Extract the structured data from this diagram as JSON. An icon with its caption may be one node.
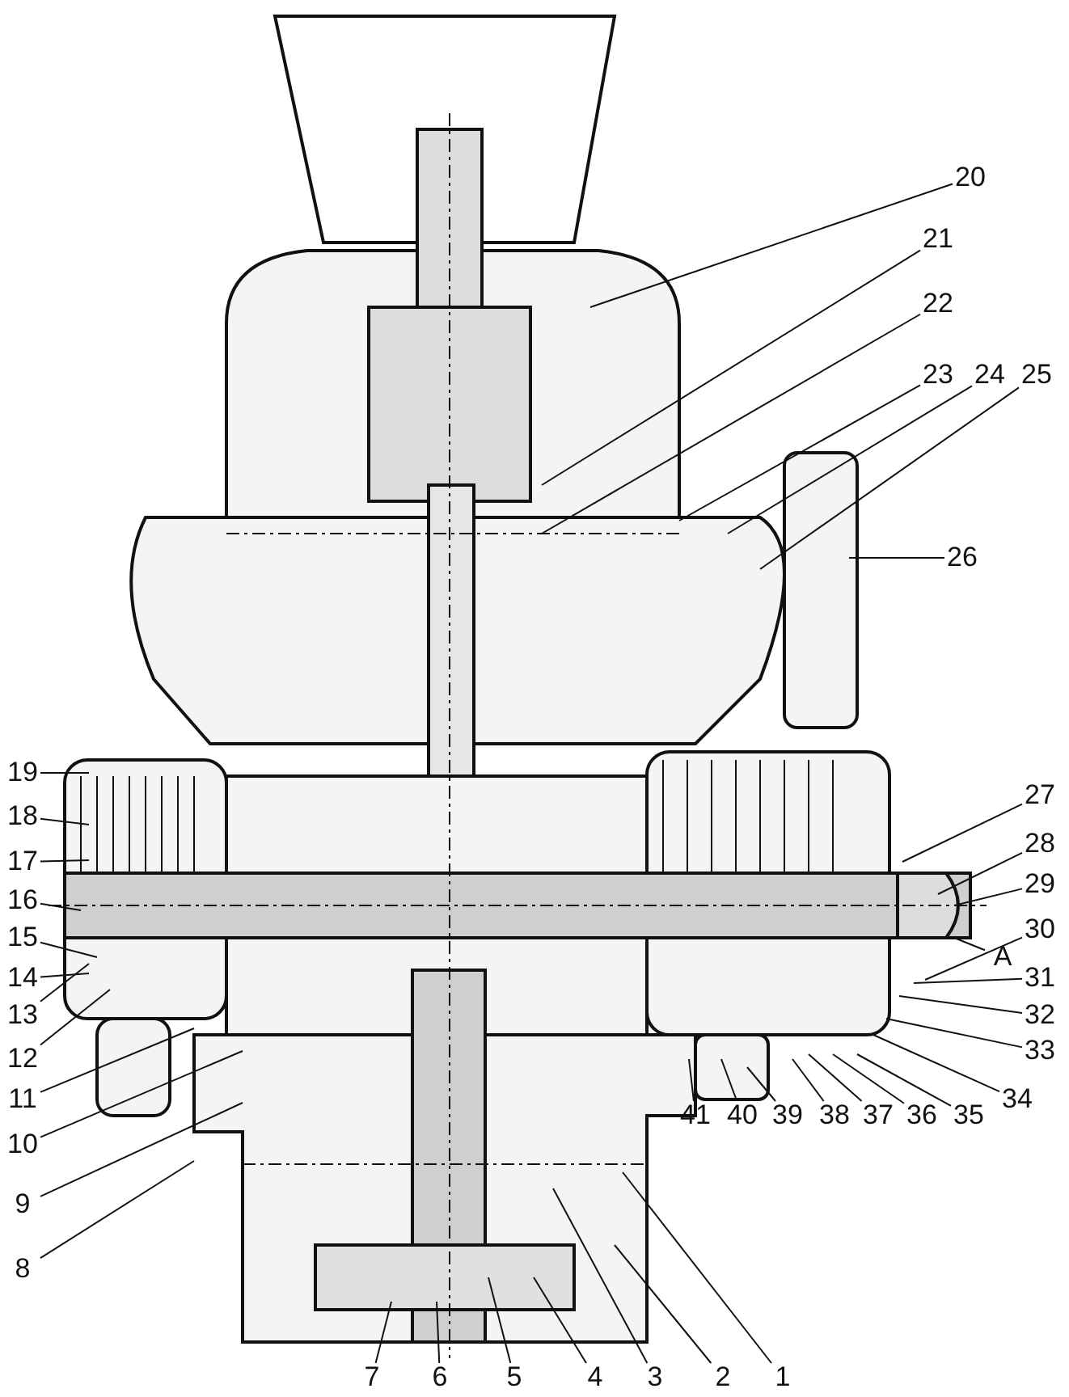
{
  "diagram": {
    "nodes": [
      {
        "text": [
          "1"
        ]
      },
      {
        "text": [
          "2"
        ]
      },
      {
        "text": [
          "3"
        ]
      },
      {
        "text": [
          "4"
        ]
      },
      {
        "text": [
          "5"
        ]
      },
      {
        "text": [
          "6"
        ]
      },
      {
        "text": [
          "7"
        ]
      },
      {
        "text": [
          "8"
        ]
      },
      {
        "text": [
          "9"
        ]
      },
      {
        "text": [
          "10"
        ]
      },
      {
        "text": [
          "11"
        ]
      },
      {
        "text": [
          "12"
        ]
      },
      {
        "text": [
          "13"
        ]
      },
      {
        "text": [
          "14"
        ]
      },
      {
        "text": [
          "15"
        ]
      },
      {
        "text": [
          "16"
        ]
      },
      {
        "text": [
          "17"
        ]
      },
      {
        "text": [
          "18"
        ]
      },
      {
        "text": [
          "19"
        ]
      },
      {
        "text": [
          "20"
        ]
      },
      {
        "text": [
          "21"
        ]
      },
      {
        "text": [
          "22"
        ]
      },
      {
        "text": [
          "23"
        ]
      },
      {
        "text": [
          "24"
        ]
      },
      {
        "text": [
          "25"
        ]
      },
      {
        "text": [
          "26"
        ]
      },
      {
        "text": [
          "27"
        ]
      },
      {
        "text": [
          "28"
        ]
      },
      {
        "text": [
          "29"
        ]
      },
      {
        "text": [
          "30"
        ]
      },
      {
        "text": [
          "31"
        ]
      },
      {
        "text": [
          "32"
        ]
      },
      {
        "text": [
          "33"
        ]
      },
      {
        "text": [
          "34"
        ]
      },
      {
        "text": [
          "35"
        ]
      },
      {
        "text": [
          "36"
        ]
      },
      {
        "text": [
          "37"
        ]
      },
      {
        "text": [
          "38"
        ]
      },
      {
        "text": [
          "39"
        ]
      },
      {
        "text": [
          "40"
        ]
      },
      {
        "text": [
          "41"
        ]
      },
      {
        "text": [
          "A"
        ]
      }
    ],
    "edges": [
      {
        "from": 0,
        "to": null,
        "arrow": "none"
      },
      {
        "from": 1,
        "to": null,
        "arrow": "none"
      },
      {
        "from": 2,
        "to": null,
        "arrow": "none"
      },
      {
        "from": 3,
        "to": null,
        "arrow": "none"
      },
      {
        "from": 4,
        "to": null,
        "arrow": "none"
      },
      {
        "from": 5,
        "to": null,
        "arrow": "none"
      },
      {
        "from": 6,
        "to": null,
        "arrow": "none"
      },
      {
        "from": 7,
        "to": null,
        "arrow": "none"
      },
      {
        "from": 8,
        "to": null,
        "arrow": "none"
      },
      {
        "from": 9,
        "to": null,
        "arrow": "none"
      },
      {
        "from": 10,
        "to": null,
        "arrow": "none"
      },
      {
        "from": 11,
        "to": null,
        "arrow": "none"
      },
      {
        "from": 12,
        "to": null,
        "arrow": "none"
      },
      {
        "from": 13,
        "to": null,
        "arrow": "none"
      },
      {
        "from": 14,
        "to": null,
        "arrow": "none"
      },
      {
        "from": 15,
        "to": null,
        "arrow": "none"
      },
      {
        "from": 16,
        "to": null,
        "arrow": "none"
      },
      {
        "from": 17,
        "to": null,
        "arrow": "none"
      },
      {
        "from": 18,
        "to": null,
        "arrow": "none"
      },
      {
        "from": 19,
        "to": null,
        "arrow": "none"
      },
      {
        "from": 20,
        "to": null,
        "arrow": "none"
      },
      {
        "from": 21,
        "to": null,
        "arrow": "none"
      },
      {
        "from": 22,
        "to": null,
        "arrow": "none"
      },
      {
        "from": 23,
        "to": null,
        "arrow": "none"
      },
      {
        "from": 24,
        "to": null,
        "arrow": "none"
      },
      {
        "from": 25,
        "to": null,
        "arrow": "none"
      },
      {
        "from": 26,
        "to": null,
        "arrow": "none"
      },
      {
        "from": 27,
        "to": null,
        "arrow": "none"
      },
      {
        "from": 28,
        "to": null,
        "arrow": "none"
      },
      {
        "from": 29,
        "to": null,
        "arrow": "none"
      },
      {
        "from": 30,
        "to": null,
        "arrow": "none"
      },
      {
        "from": 31,
        "to": null,
        "arrow": "none"
      },
      {
        "from": 32,
        "to": null,
        "arrow": "none"
      },
      {
        "from": 33,
        "to": null,
        "arrow": "none"
      },
      {
        "from": 34,
        "to": null,
        "arrow": "none"
      },
      {
        "from": 35,
        "to": null,
        "arrow": "none"
      },
      {
        "from": 36,
        "to": null,
        "arrow": "none"
      },
      {
        "from": 37,
        "to": null,
        "arrow": "none"
      },
      {
        "from": 38,
        "to": null,
        "arrow": "none"
      },
      {
        "from": 39,
        "to": null,
        "arrow": "none"
      },
      {
        "from": 40,
        "to": null,
        "arrow": "none"
      },
      {
        "from": 41,
        "to": null,
        "arrow": "none"
      }
    ]
  }
}
